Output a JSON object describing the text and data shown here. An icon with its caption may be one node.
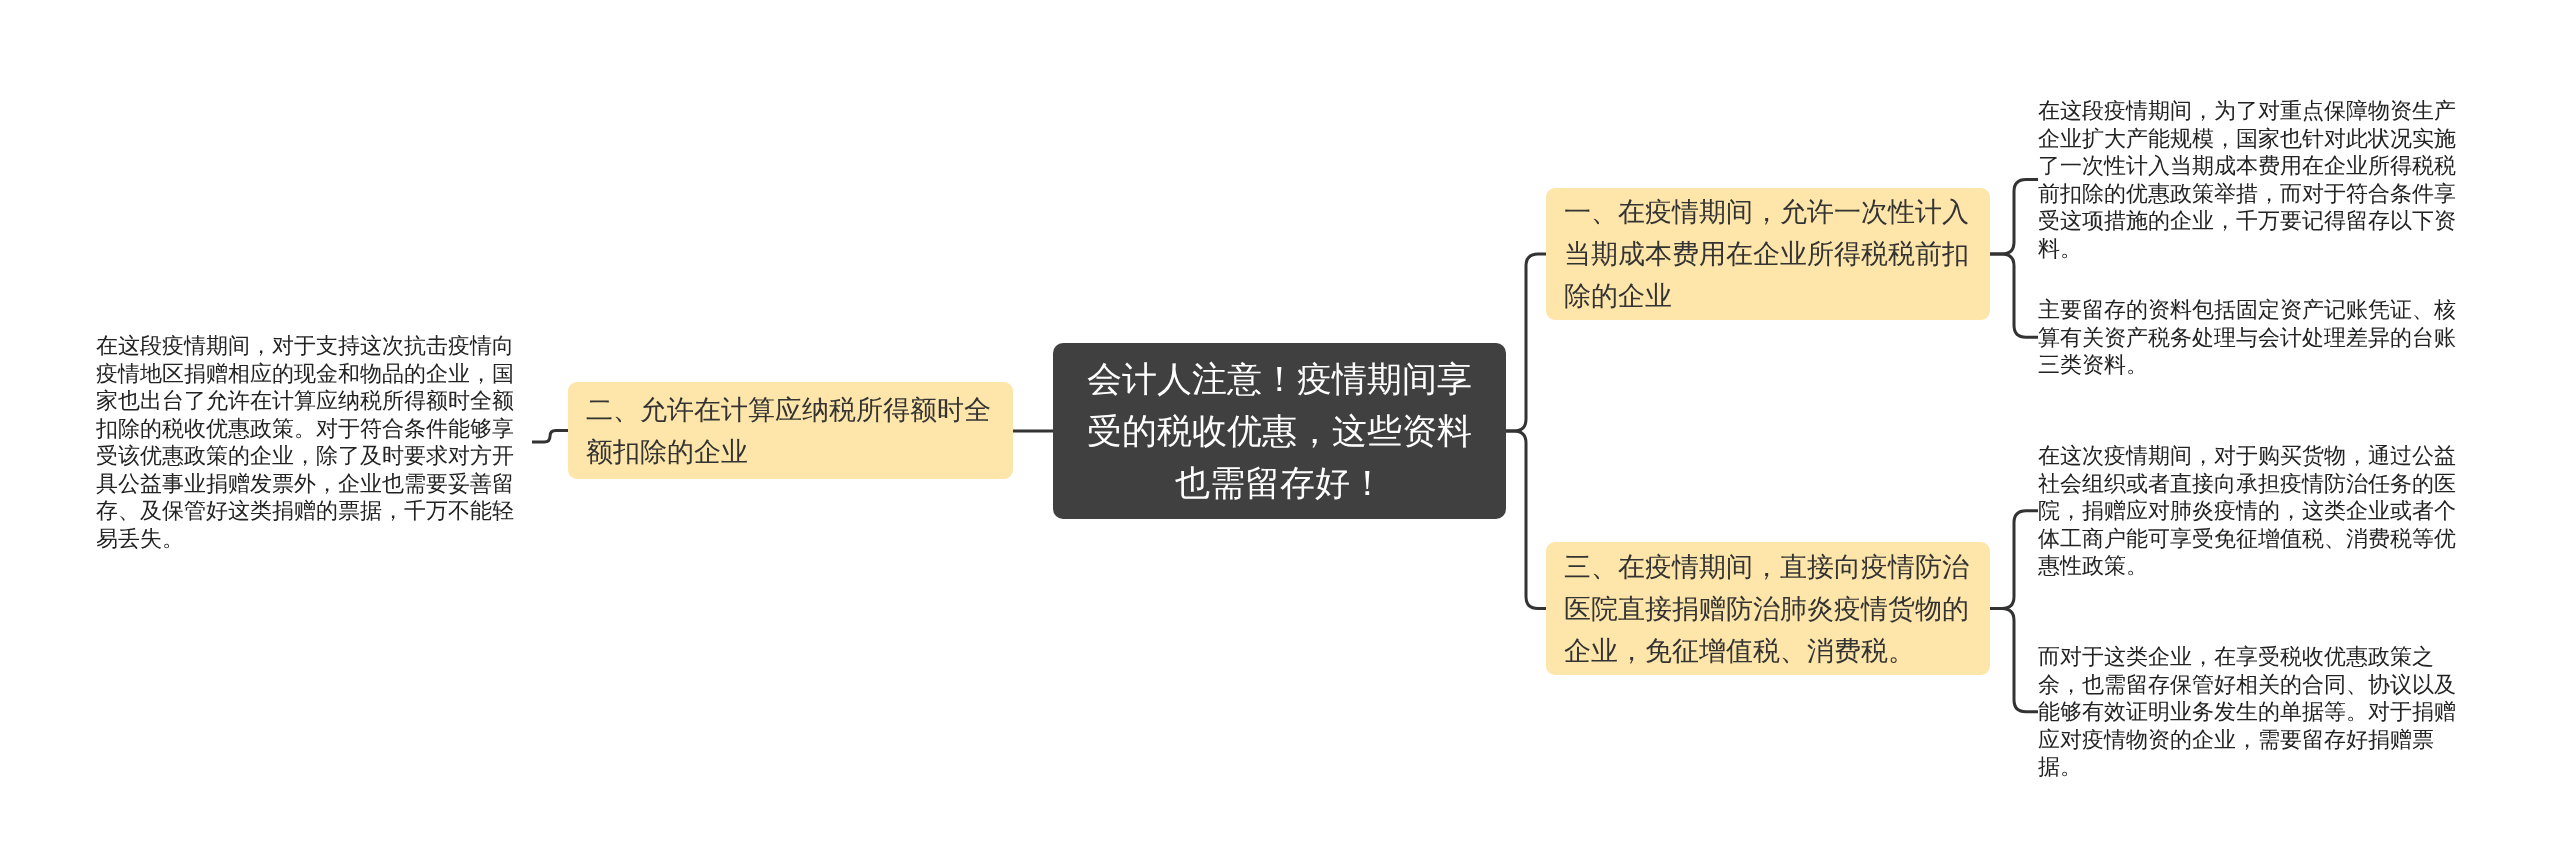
{
  "diagram": {
    "nodes": [
      {
        "text": [
          "会计人注意！疫情期间享受的税收优惠，这些资料也需留存好！"
        ]
      },
      {
        "text": [
          "一、在疫情期间，允许一次性计入当期成本费用在企业所得税税前扣除的企业"
        ]
      },
      {
        "text": [
          "在这段疫情期间，为了对重点保障物资生产企业扩大产能规模，国家也针对此状况实施了一次性计入当期成本费用在企业所得税税前扣除的优惠政策举措，而对于符合条件享受这项措施的企业，千万要记得留存以下资料。"
        ]
      },
      {
        "text": [
          "主要留存的资料包括固定资产记账凭证、核算有关资产税务处理与会计处理差异的台账三类资料。"
        ]
      },
      {
        "text": [
          "二、允许在计算应纳税所得额时全额扣除的企业"
        ]
      },
      {
        "text": [
          "在这段疫情期间，对于支持这次抗击疫情向疫情地区捐赠相应的现金和物品的企业，国家也出台了允许在计算应纳税所得额时全额扣除的税收优惠政策。对于符合条件能够享受该优惠政策的企业，除了及时要求对方开具公益事业捐赠发票外，企业也需要妥善留存、及保管好这类捐赠的票据，千万不能轻易丢失。"
        ]
      },
      {
        "text": [
          "三、在疫情期间，直接向疫情防治医院直接捐赠防治肺炎疫情货物的企业，免征增值税、消费税。"
        ]
      },
      {
        "text": [
          "在这次疫情期间，对于购买货物，通过公益社会组织或者直接向承担疫情防治任务的医院，捐赠应对肺炎疫情的，这类企业或者个体工商户能可享受免征增值税、消费税等优惠性政策。"
        ]
      },
      {
        "text": [
          "而对于这类企业，在享受税收优惠政策之余，也需留存保管好相关的合同、协议以及能够有效证明业务发生的单据等。对于捐赠应对疫情物资的企业，需要留存好捐赠票据。"
        ]
      }
    ],
    "edges": [
      {
        "from": 0,
        "to": 1,
        "arrow": "none"
      },
      {
        "from": 1,
        "to": 2,
        "arrow": "none"
      },
      {
        "from": 1,
        "to": 3,
        "arrow": "none"
      },
      {
        "from": 0,
        "to": 4,
        "arrow": "none"
      },
      {
        "from": 4,
        "to": 5,
        "arrow": "none"
      },
      {
        "from": 0,
        "to": 6,
        "arrow": "none"
      },
      {
        "from": 6,
        "to": 7,
        "arrow": "none"
      },
      {
        "from": 6,
        "to": 8,
        "arrow": "none"
      }
    ]
  }
}
